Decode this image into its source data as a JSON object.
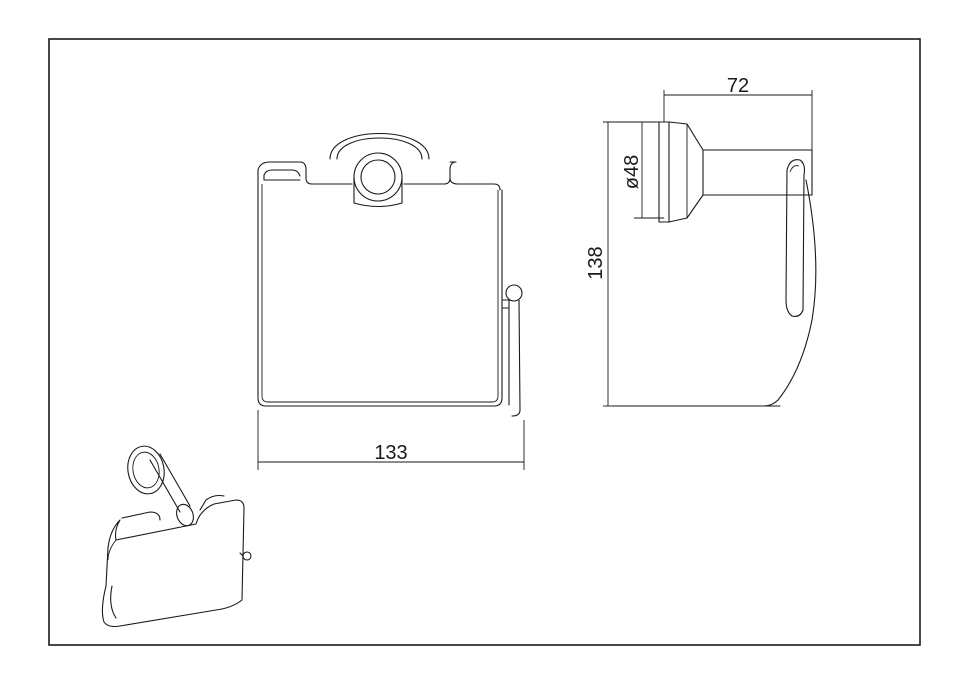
{
  "dimensions": {
    "width_front": "133",
    "depth_side": "72",
    "height_side": "138",
    "flange_diameter": "ø48"
  },
  "colors": {
    "line": "#1a1a1a",
    "background": "#ffffff"
  }
}
